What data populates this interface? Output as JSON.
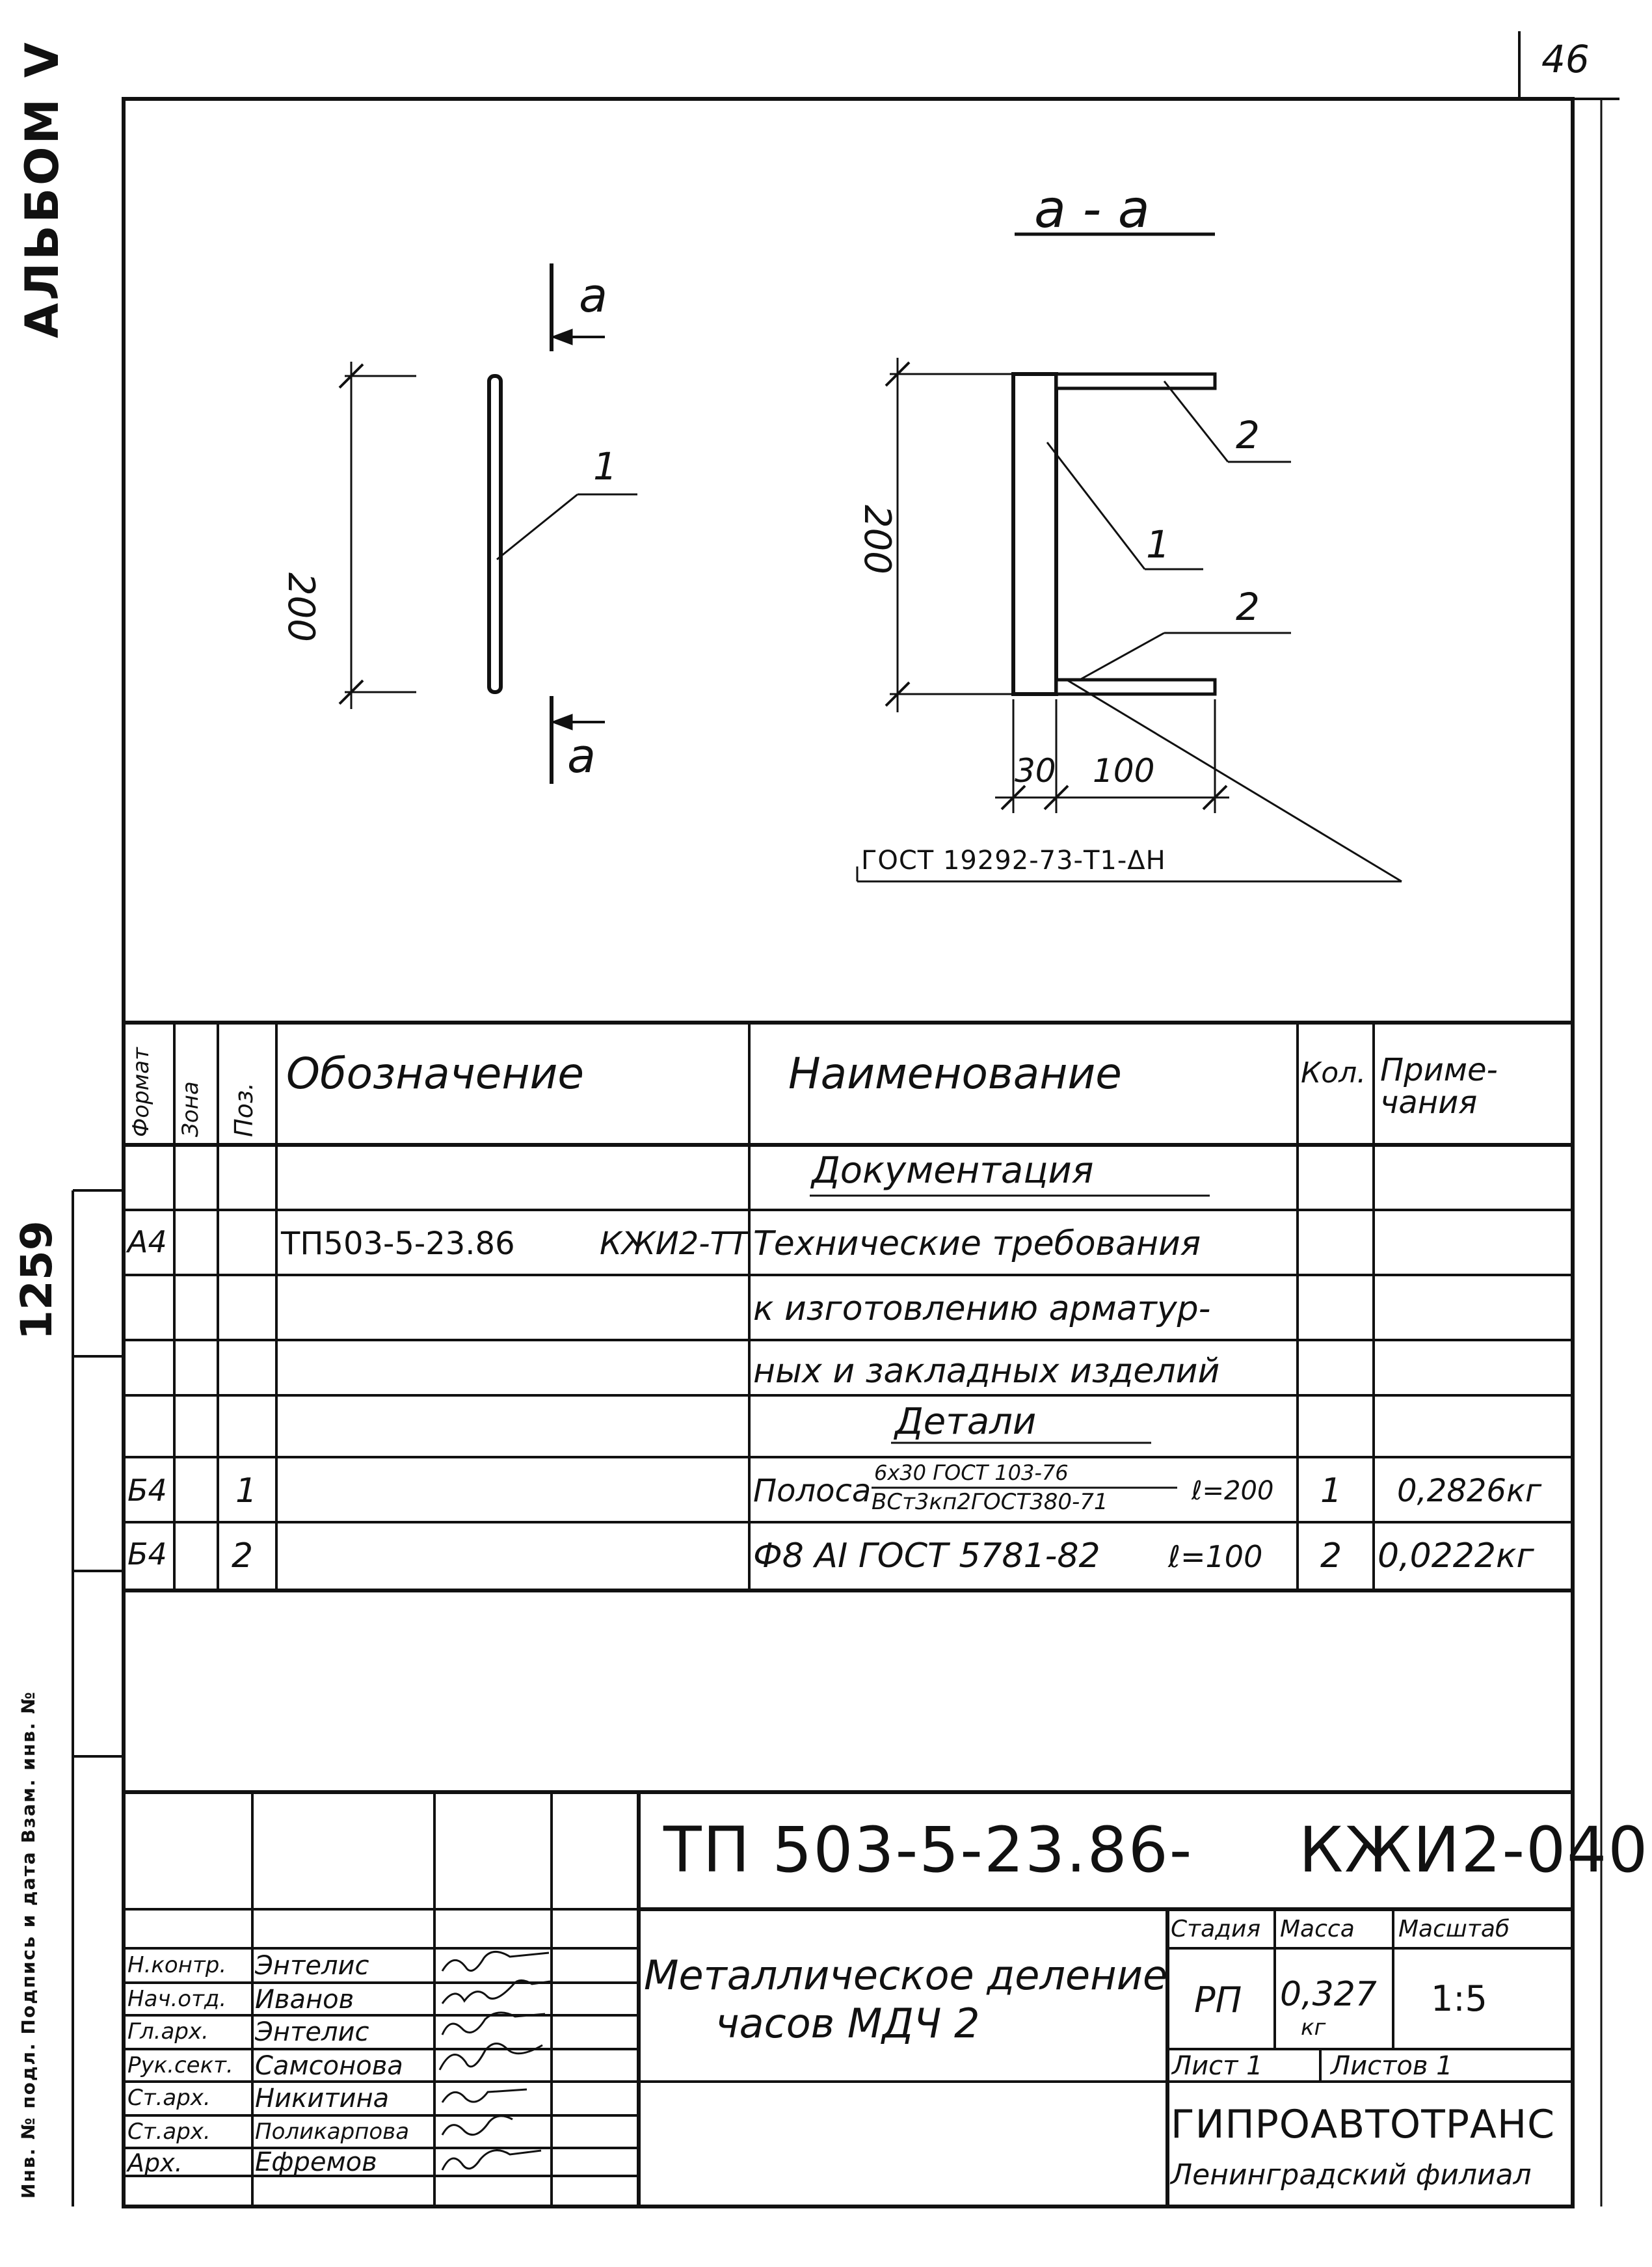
{
  "sheet_number": "46",
  "album_label": "АЛЬБОМ V",
  "inventory_number": "1259",
  "left_margin_text": "Инв. № подл.   Подпись и дата   Взам. инв. №",
  "drawing": {
    "section_title": "a - a",
    "cut_mark_top": "a",
    "cut_mark_bottom": "a",
    "left_dim": "200",
    "right_dim": "200",
    "dim_30": "30",
    "dim_100": "100",
    "pos_1_left": "1",
    "pos_1_right": "1",
    "pos_2_top": "2",
    "pos_2_bottom": "2",
    "weld_note": "ГОСТ 19292-73-Т1-ΔН"
  },
  "spec": {
    "headers": {
      "format": "Формат",
      "zone": "Зона",
      "pos": "Поз.",
      "designation": "Обозначение",
      "name": "Наименование",
      "qty": "Кол.",
      "notes": "Приме-\nчания"
    },
    "section_documentation": "Документация",
    "doc_row": {
      "format": "А4",
      "designation_a": "ТП503-5-23.86",
      "designation_b": "КЖИ2-ТТ",
      "name_line1": "Технические требования",
      "name_line2": "к изготовлению арматур-",
      "name_line3": "ных и закладных изделий"
    },
    "section_parts": "Детали",
    "rows": [
      {
        "format": "Б4",
        "pos": "1",
        "name_prefix": "Полоса",
        "name_top": "6х30 ГОСТ 103-76",
        "name_bottom": "ВСт3кп2ГОСТ380-71",
        "length": "ℓ=200",
        "qty": "1",
        "notes": "0,2826кг"
      },
      {
        "format": "Б4",
        "pos": "2",
        "name": "Ф8 АI ГОСТ 5781-82",
        "length": "ℓ=100",
        "qty": "2",
        "notes": "0,0222кг"
      }
    ]
  },
  "title_block": {
    "code": "ТП 503-5-23.86-     КЖИ2-040",
    "title_line1": "Металлическое деление",
    "title_line2": "часов МДЧ 2",
    "stage_label": "Стадия",
    "mass_label": "Масса",
    "scale_label": "Масштаб",
    "stage": "РП",
    "mass": "0,327",
    "mass_unit": "кг",
    "scale": "1:5",
    "sheet_label": "Лист 1",
    "sheets_label": "Листов 1",
    "org_name": "ГИПРОАВТОТРАНС",
    "org_branch": "Ленинградский филиал",
    "roles": [
      {
        "role": "Н.контр.",
        "name": "Энтелис"
      },
      {
        "role": "Нач.отд.",
        "name": "Иванов"
      },
      {
        "role": "Гл.арх.",
        "name": "Энтелис"
      },
      {
        "role": "Рук.сект.",
        "name": "Самсонова"
      },
      {
        "role": "Ст.арх.",
        "name": "Никитина"
      },
      {
        "role": "Ст.арх.",
        "name": "Поликарпова"
      },
      {
        "role": "Арх.",
        "name": "Ефремов"
      }
    ]
  }
}
